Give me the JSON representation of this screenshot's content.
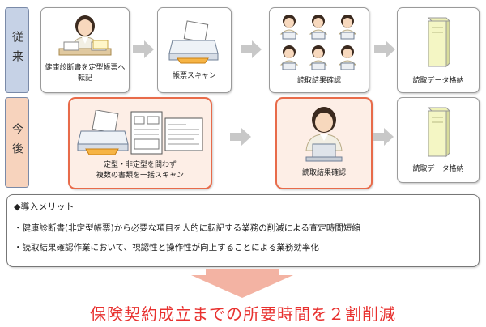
{
  "side_labels": {
    "before": "従来",
    "after": "今後"
  },
  "before_flow": {
    "step1": "健康診断書を定型帳票へ転記",
    "step2": "帳票スキャン",
    "step3": "読取結果確認",
    "step4": "読取データ格納"
  },
  "after_flow": {
    "step1_line1": "定型・非定型を問わず",
    "step1_line2": "複数の書類を一括スキャン",
    "step2": "読取結果確認",
    "step3": "読取データ格納"
  },
  "merits": {
    "heading": "◆導入メリット",
    "items": [
      "・健康診断書(非定型帳票)から必要な項目を人的に転記する業務の削減による査定時間短縮",
      "・読取結果確認作業において、視認性と操作性が向上することによる業務効率化"
    ]
  },
  "result": "保険契約成立までの所要時間を２割削減",
  "colors": {
    "before_label_bg": "#c6d2e6",
    "after_label_bg": "#f7d3bd",
    "highlight_border": "#e86b4a",
    "highlight_bg": "#fdeee6",
    "result_text": "#e8312f",
    "arrow": "#c8c8c8",
    "big_arrow": "#f3b3a3"
  }
}
